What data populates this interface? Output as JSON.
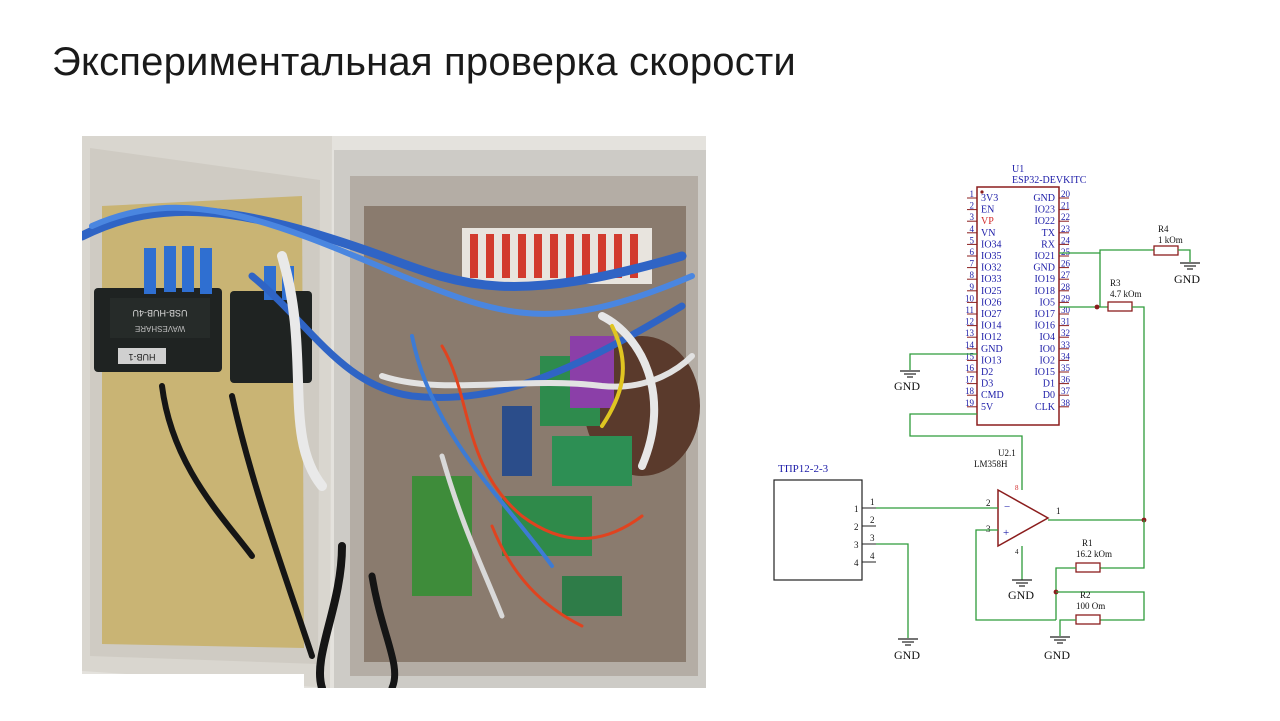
{
  "slide": {
    "title": "Экспериментальная проверка скорости"
  },
  "photo": {
    "hub1_label": "USB-HUB-4U",
    "hub1_brand": "WAVESHARE",
    "hub1_name": "HUB-1"
  },
  "schematic": {
    "mcu": {
      "ref": "U1",
      "part": "ESP32-DEVKITC",
      "left_pins": [
        {
          "num": "1",
          "name": "3V3"
        },
        {
          "num": "2",
          "name": "EN"
        },
        {
          "num": "3",
          "name": "VP"
        },
        {
          "num": "4",
          "name": "VN"
        },
        {
          "num": "5",
          "name": "IO34"
        },
        {
          "num": "6",
          "name": "IO35"
        },
        {
          "num": "7",
          "name": "IO32"
        },
        {
          "num": "8",
          "name": "IO33"
        },
        {
          "num": "9",
          "name": "IO25"
        },
        {
          "num": "10",
          "name": "IO26"
        },
        {
          "num": "11",
          "name": "IO27"
        },
        {
          "num": "12",
          "name": "IO14"
        },
        {
          "num": "13",
          "name": "IO12"
        },
        {
          "num": "14",
          "name": "GND"
        },
        {
          "num": "15",
          "name": "IO13"
        },
        {
          "num": "16",
          "name": "D2"
        },
        {
          "num": "17",
          "name": "D3"
        },
        {
          "num": "18",
          "name": "CMD"
        },
        {
          "num": "19",
          "name": "5V"
        }
      ],
      "right_pins": [
        {
          "num": "20",
          "name": "GND"
        },
        {
          "num": "21",
          "name": "IO23"
        },
        {
          "num": "22",
          "name": "IO22"
        },
        {
          "num": "23",
          "name": "TX"
        },
        {
          "num": "24",
          "name": "RX"
        },
        {
          "num": "25",
          "name": "IO21"
        },
        {
          "num": "26",
          "name": "GND"
        },
        {
          "num": "27",
          "name": "IO19"
        },
        {
          "num": "28",
          "name": "IO18"
        },
        {
          "num": "29",
          "name": "IO5"
        },
        {
          "num": "30",
          "name": "IO17"
        },
        {
          "num": "31",
          "name": "IO16"
        },
        {
          "num": "32",
          "name": "IO4"
        },
        {
          "num": "33",
          "name": "IO0"
        },
        {
          "num": "34",
          "name": "IO2"
        },
        {
          "num": "35",
          "name": "IO15"
        },
        {
          "num": "36",
          "name": "D1"
        },
        {
          "num": "37",
          "name": "D0"
        },
        {
          "num": "38",
          "name": "CLK"
        }
      ]
    },
    "opamp": {
      "ref": "U2.1",
      "part": "LM358H",
      "pin_in_minus": "2",
      "pin_in_plus": "3",
      "pin_out": "1",
      "pin_vcc": "8",
      "pin_gnd": "4"
    },
    "sensor": {
      "name": "ТПР12-2-3",
      "pins": [
        "1",
        "2",
        "3",
        "4"
      ]
    },
    "resistors": {
      "r4": {
        "ref": "R4",
        "value": "1 kOm"
      },
      "r3": {
        "ref": "R3",
        "value": "4.7 kOm"
      },
      "r1": {
        "ref": "R1",
        "value": "16.2 kOm"
      },
      "r2": {
        "ref": "R2",
        "value": "100 Om"
      }
    },
    "gnd_label": "GND",
    "colors": {
      "wire": "#2e9c3a",
      "body": "#8b1d1d",
      "label": "#1c1ca8",
      "pin_red": "#d22a2a"
    }
  }
}
